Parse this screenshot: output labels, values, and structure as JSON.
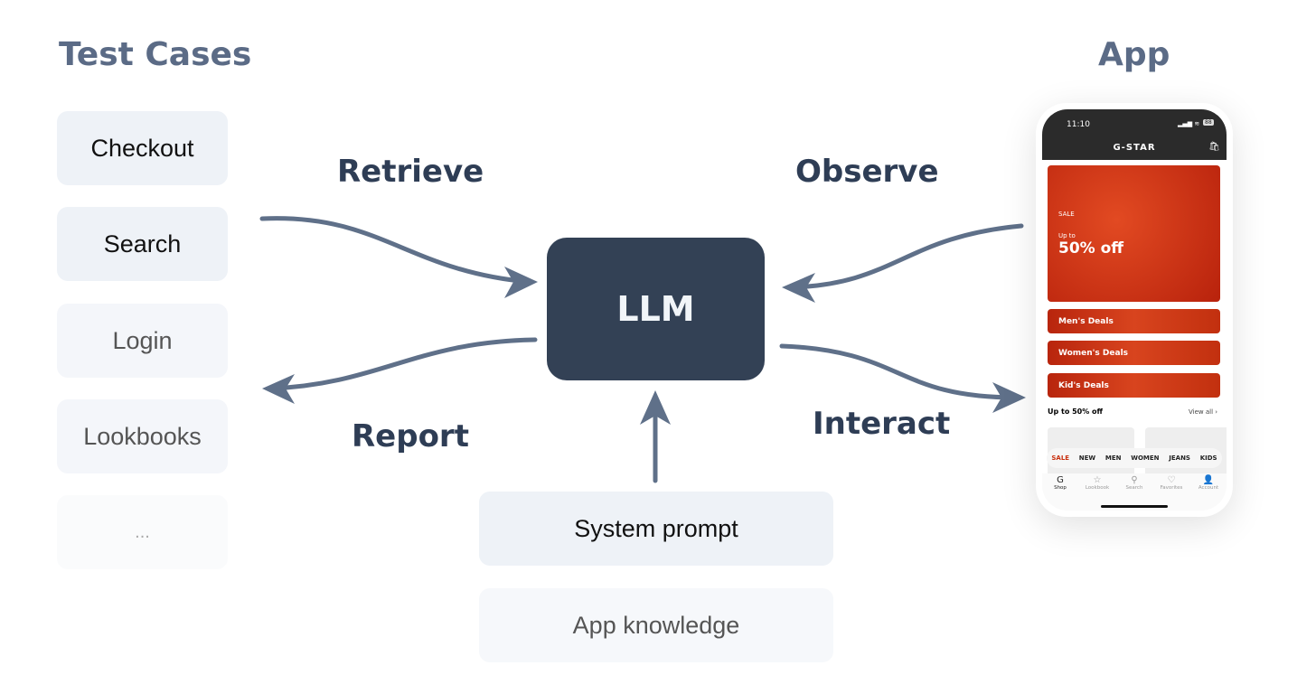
{
  "headings": {
    "test_cases": "Test Cases",
    "app": "App"
  },
  "test_cases": [
    "Checkout",
    "Search",
    "Login",
    "Lookbooks",
    "..."
  ],
  "labels": {
    "retrieve": "Retrieve",
    "report": "Report",
    "observe": "Observe",
    "interact": "Interact"
  },
  "llm": "LLM",
  "prompt_boxes": [
    "System prompt",
    "App knowledge"
  ],
  "colors": {
    "arrow": "#5f7089",
    "llm_box": "#334155",
    "heading": "#5b6b86",
    "label": "#2e3d55",
    "sale_red": "#c9300f"
  },
  "phone": {
    "time": "11:10",
    "battery": "88",
    "brand": "G-STAR",
    "banner": {
      "tag": "SALE",
      "up_to": "Up to",
      "headline": "50% off"
    },
    "deals": [
      "Men's Deals",
      "Women's Deals",
      "Kid's Deals"
    ],
    "section_title": "Up to 50% off",
    "view_all": "View all ›",
    "categories": [
      "SALE",
      "NEW",
      "MEN",
      "WOMEN",
      "JEANS",
      "KIDS"
    ],
    "tabs": [
      {
        "label": "Shop",
        "icon": "g-star-logo-icon"
      },
      {
        "label": "Lookbook",
        "icon": "star-icon"
      },
      {
        "label": "Search",
        "icon": "search-icon"
      },
      {
        "label": "Favorites",
        "icon": "heart-icon"
      },
      {
        "label": "Account",
        "icon": "person-icon"
      }
    ]
  }
}
